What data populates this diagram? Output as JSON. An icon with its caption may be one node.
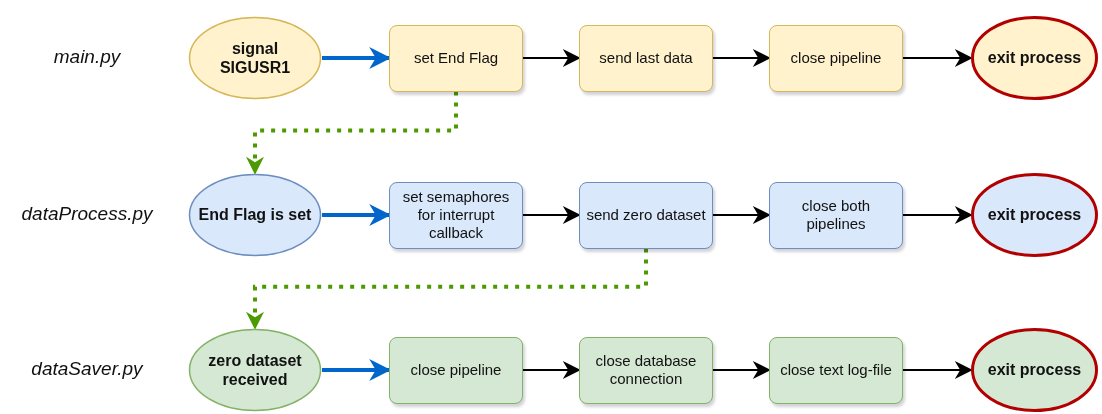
{
  "diagram": {
    "nodes": [
      {
        "text": [
          "signal SIGUSR1"
        ]
      },
      {
        "text": [
          "set End Flag"
        ]
      },
      {
        "text": [
          "send last data"
        ]
      },
      {
        "text": [
          "close pipeline"
        ]
      },
      {
        "text": [
          "exit process"
        ]
      },
      {
        "text": [
          "End Flag is set"
        ]
      },
      {
        "text": [
          "set semaphores for interrupt callback"
        ]
      },
      {
        "text": [
          "send zero dataset"
        ]
      },
      {
        "text": [
          "close both pipelines"
        ]
      },
      {
        "text": [
          "exit process"
        ]
      },
      {
        "text": [
          "zero dataset received"
        ]
      },
      {
        "text": [
          "close pipeline"
        ]
      },
      {
        "text": [
          "close database connection"
        ]
      },
      {
        "text": [
          "close text log-file"
        ]
      },
      {
        "text": [
          "exit process"
        ]
      }
    ],
    "edges": [
      {
        "from": 0,
        "to": 1,
        "arrow": "to",
        "style": "thick",
        "color": "#0066cc"
      },
      {
        "from": 1,
        "to": 2,
        "arrow": "to"
      },
      {
        "from": 2,
        "to": 3,
        "arrow": "to"
      },
      {
        "from": 3,
        "to": 4,
        "arrow": "to"
      },
      {
        "from": 1,
        "to": 5,
        "arrow": "to",
        "style": "dashed",
        "color": "#4d9900"
      },
      {
        "from": 5,
        "to": 6,
        "arrow": "to",
        "style": "thick",
        "color": "#0066cc"
      },
      {
        "from": 6,
        "to": 7,
        "arrow": "to"
      },
      {
        "from": 7,
        "to": 8,
        "arrow": "to"
      },
      {
        "from": 8,
        "to": 9,
        "arrow": "to"
      },
      {
        "from": 7,
        "to": 10,
        "arrow": "to",
        "style": "dashed",
        "color": "#4d9900"
      },
      {
        "from": 10,
        "to": 11,
        "arrow": "to",
        "style": "thick",
        "color": "#0066cc"
      },
      {
        "from": 11,
        "to": 12,
        "arrow": "to"
      },
      {
        "from": 12,
        "to": 13,
        "arrow": "to"
      },
      {
        "from": 13,
        "to": 14,
        "arrow": "to"
      }
    ],
    "labels": [
      "main.py",
      "dataProcess.py",
      "dataSaver.py"
    ]
  }
}
